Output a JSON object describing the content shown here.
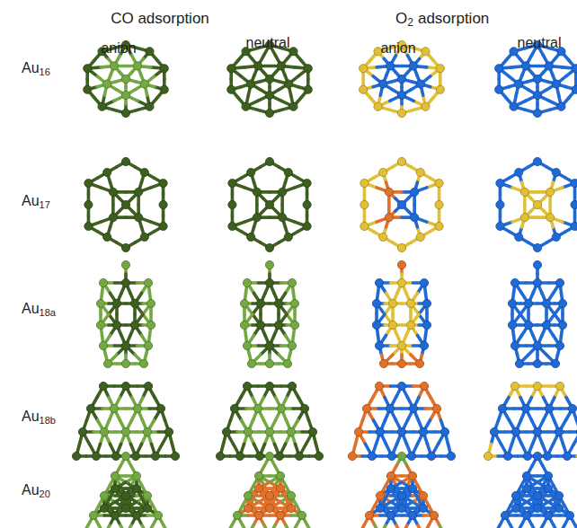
{
  "diagram": {
    "labels": [
      "CO adsorption",
      "O",
      "2",
      "adsorption",
      "anion",
      "neutral",
      "anion",
      "neutral",
      "Au",
      "16",
      "Au",
      "17",
      "Au",
      "18a",
      "Au",
      "18b",
      "Au",
      "20"
    ]
  }
}
